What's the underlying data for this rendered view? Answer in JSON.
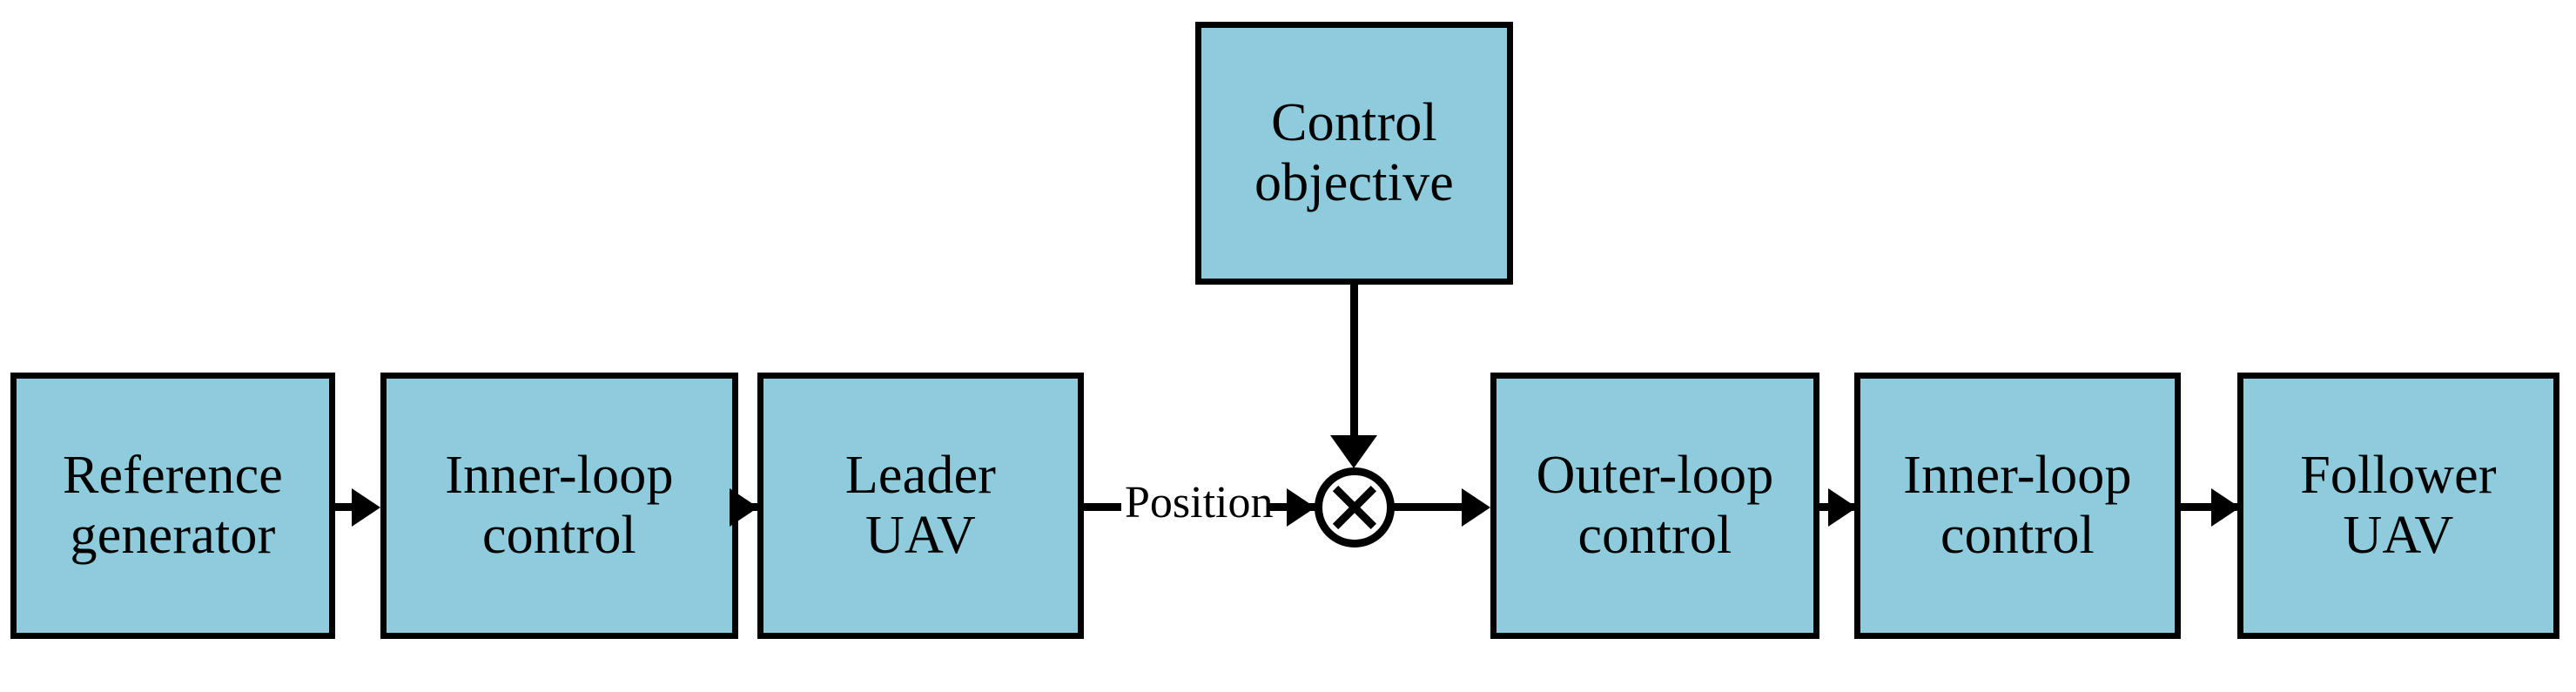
{
  "diagram": {
    "title": "Leader-follower UAV control block diagram",
    "colors": {
      "block_fill": "#8ecbdc",
      "stroke": "#000000",
      "background": "#ffffff"
    },
    "blocks": [
      {
        "id": "reference-generator",
        "label": "Reference\ngenerator"
      },
      {
        "id": "inner-loop-control-leader",
        "label": "Inner-loop\ncontrol"
      },
      {
        "id": "leader-uav",
        "label": "Leader\nUAV"
      },
      {
        "id": "control-objective",
        "label": "Control\nobjective"
      },
      {
        "id": "outer-loop-control",
        "label": "Outer-loop\ncontrol"
      },
      {
        "id": "inner-loop-control-follower",
        "label": "Inner-loop\ncontrol"
      },
      {
        "id": "follower-uav",
        "label": "Follower\nUAV"
      }
    ],
    "edge_labels": [
      {
        "id": "position",
        "label": "Position"
      }
    ],
    "junction": {
      "id": "summing-junction",
      "symbol": "circle-with-cross"
    }
  }
}
